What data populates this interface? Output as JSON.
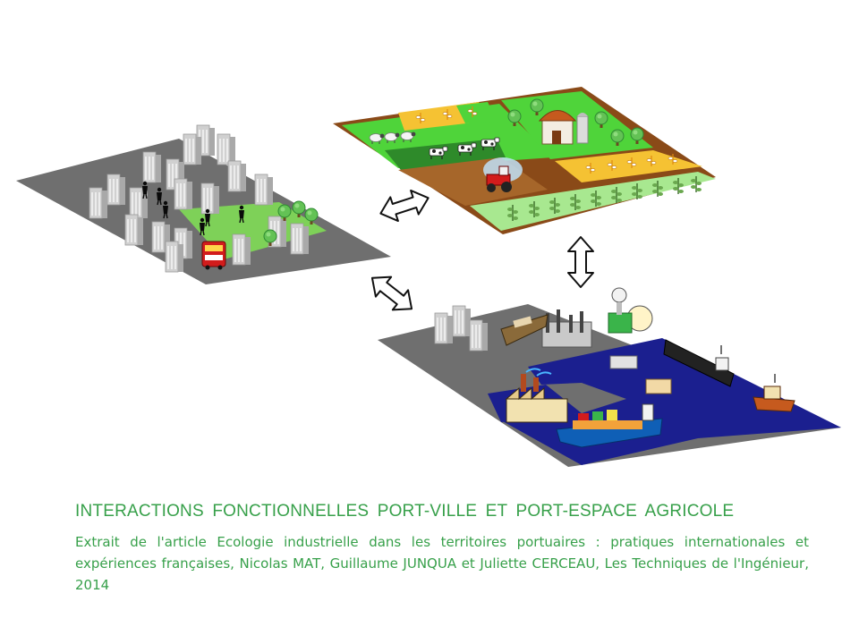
{
  "title": "INTERACTIONS FONCTIONNELLES PORT-VILLE ET PORT-ESPACE AGRICOLE",
  "caption": "Extrait de l'article Ecologie industrielle dans les territoires portuaires : pratiques internationales et expériences françaises, Nicolas MAT, Guillaume JUNQUA et Juliette CERCEAU, Les Techniques de l'Ingénieur, 2014",
  "colors": {
    "text_green": "#37a04a",
    "ground_gray": "#6f6f6f",
    "water_blue": "#1b1f8f",
    "field_green": "#4fd43a",
    "field_light": "#a8e890",
    "field_yellow": "#f5c233",
    "soil_brown": "#a6662a"
  },
  "panels": [
    {
      "name": "city",
      "icons": [
        "building-icon",
        "pedestrian-icon",
        "tree-icon",
        "bus-icon"
      ]
    },
    {
      "name": "agricultural-space",
      "icons": [
        "barn-icon",
        "silo-icon",
        "cow-icon",
        "sheep-icon",
        "tractor-icon",
        "crop-icon",
        "tree-icon"
      ]
    },
    {
      "name": "port",
      "icons": [
        "building-icon",
        "refinery-icon",
        "storage-tank-icon",
        "factory-icon",
        "container-ship-icon",
        "cargo-ship-icon",
        "tanker-icon"
      ]
    }
  ],
  "links": [
    {
      "from": "city",
      "to": "agricultural-space",
      "icon": "double-arrow-icon"
    },
    {
      "from": "city",
      "to": "port",
      "icon": "double-arrow-icon"
    },
    {
      "from": "agricultural-space",
      "to": "port",
      "icon": "double-arrow-icon"
    }
  ]
}
